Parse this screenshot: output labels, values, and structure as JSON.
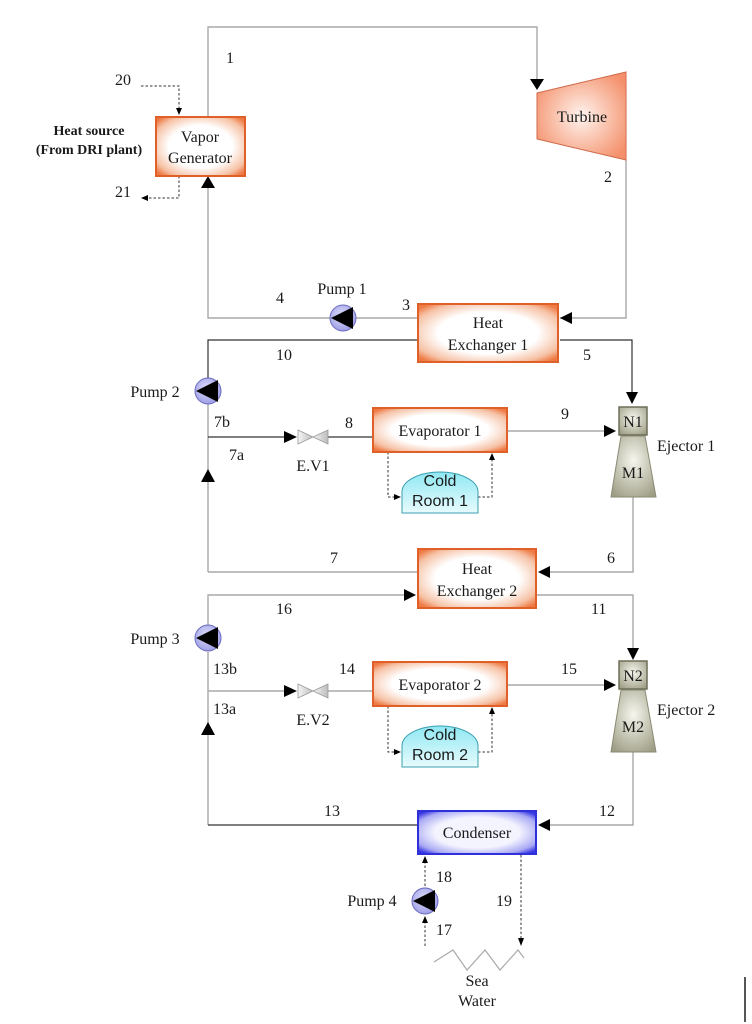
{
  "diagram": {
    "components": {
      "vapor_generator": {
        "line1": "Vapor",
        "line2": "Generator"
      },
      "turbine": {
        "label": "Turbine"
      },
      "heat_exchanger_1": {
        "line1": "Heat",
        "line2": "Exchanger 1"
      },
      "heat_exchanger_2": {
        "line1": "Heat",
        "line2": "Exchanger 2"
      },
      "evaporator_1": {
        "label": "Evaporator 1"
      },
      "evaporator_2": {
        "label": "Evaporator 2"
      },
      "cold_room_1": {
        "line1": "Cold",
        "line2": "Room 1"
      },
      "cold_room_2": {
        "line1": "Cold",
        "line2": "Room 2"
      },
      "ejector_1": {
        "label": "Ejector 1",
        "nozzle": "N1",
        "mixer": "M1"
      },
      "ejector_2": {
        "label": "Ejector 2",
        "nozzle": "N2",
        "mixer": "M2"
      },
      "condenser": {
        "label": "Condenser"
      },
      "pump_1": {
        "label": "Pump 1"
      },
      "pump_2": {
        "label": "Pump 2"
      },
      "pump_3": {
        "label": "Pump 3"
      },
      "pump_4": {
        "label": "Pump 4"
      },
      "expansion_valve_1": {
        "label": "E.V1"
      },
      "expansion_valve_2": {
        "label": "E.V2"
      },
      "heat_source": {
        "line1": "Heat source",
        "line2": "(From DRI plant)"
      },
      "sea_water": {
        "line1": "Sea",
        "line2": "Water"
      }
    },
    "states": {
      "s1": "1",
      "s2": "2",
      "s3": "3",
      "s4": "4",
      "s5": "5",
      "s6": "6",
      "s7": "7",
      "s7a": "7a",
      "s7b": "7b",
      "s8": "8",
      "s9": "9",
      "s10": "10",
      "s11": "11",
      "s12": "12",
      "s13": "13",
      "s13a": "13a",
      "s13b": "13b",
      "s14": "14",
      "s15": "15",
      "s16": "16",
      "s17": "17",
      "s18": "18",
      "s19": "19",
      "s20": "20",
      "s21": "21"
    },
    "colors": {
      "hot_component": "#f07a45",
      "condenser": "#3a3ae6",
      "cold_room": "#7fe3ef",
      "pump": "#b3b3ee",
      "ejector": "#a8a890",
      "pipe": "#a9a9a9"
    }
  }
}
